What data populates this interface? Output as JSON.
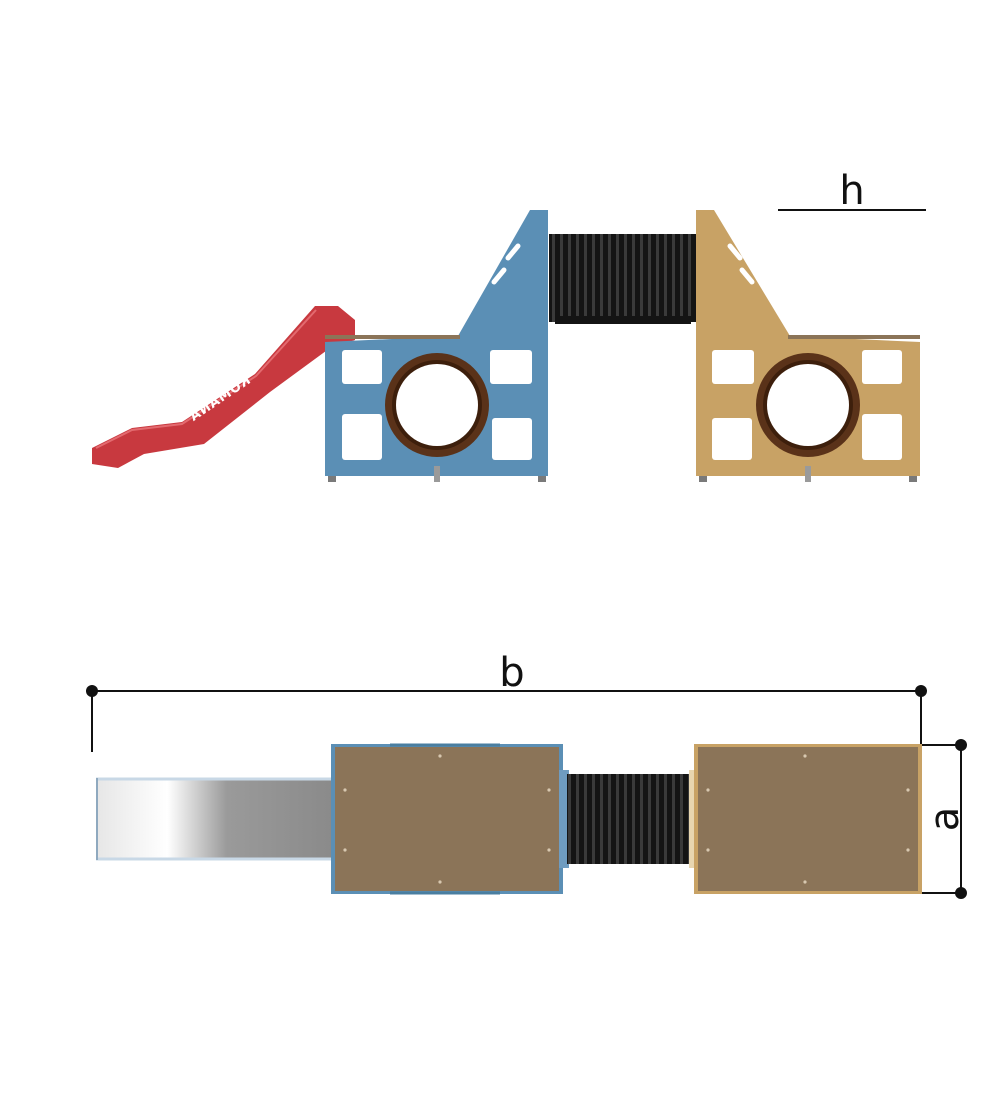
{
  "labels": {
    "height": "h",
    "length": "b",
    "width": "a",
    "brand": "ROMANA"
  },
  "colors": {
    "slide_red": "#c8393f",
    "panel_blue": "#5b8fb5",
    "panel_tan": "#c8a265",
    "tunnel_black": "#141414",
    "ring_brown": "#5a3219",
    "roof_brown": "#8b7458",
    "slide_metal": "#a9a9a9",
    "dimension_line": "#111111"
  },
  "icons": {
    "dimension_endpoint": "dot-marker"
  }
}
